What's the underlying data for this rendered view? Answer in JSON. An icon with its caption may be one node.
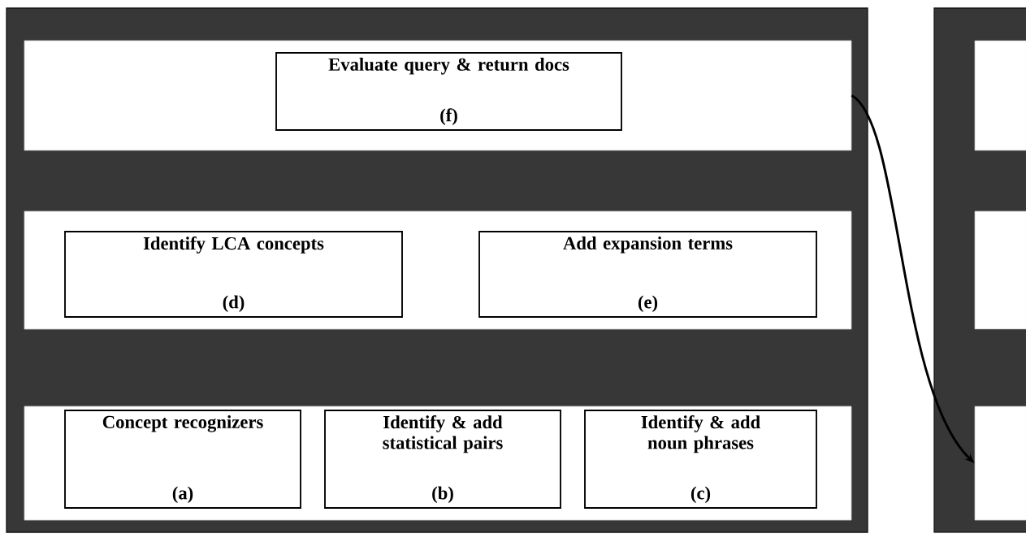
{
  "diagram": {
    "nodes": [
      {
        "text": [],
        "shape": "box"
      },
      {
        "text": [],
        "shape": "box",
        "in": 0
      },
      {
        "text": [
          "Evaluate query & return docs",
          "(f)"
        ],
        "in": 1
      },
      {
        "text": [],
        "shape": "box",
        "in": 0
      },
      {
        "text": [
          "Identify LCA concepts",
          "(d)"
        ],
        "in": 3
      },
      {
        "text": [
          "Add expansion terms",
          "(e)"
        ],
        "in": 3
      },
      {
        "text": [],
        "shape": "box",
        "in": 0
      },
      {
        "text": [
          "Concept recognizers",
          "(a)"
        ],
        "in": 6
      },
      {
        "text": [
          "Identify & add statistical pairs",
          "(b)"
        ],
        "in": 6
      },
      {
        "text": [
          "Identify & add noun phrases",
          "(c)"
        ],
        "in": 6
      },
      {
        "text": [],
        "shape": "box"
      },
      {
        "text": [],
        "shape": "box",
        "in": 10
      },
      {
        "text": [],
        "shape": "box",
        "in": 10
      },
      {
        "text": [],
        "shape": "box",
        "in": 10
      }
    ],
    "edges": [
      {
        "from": 1,
        "to": 13,
        "arrow": "to"
      }
    ]
  }
}
